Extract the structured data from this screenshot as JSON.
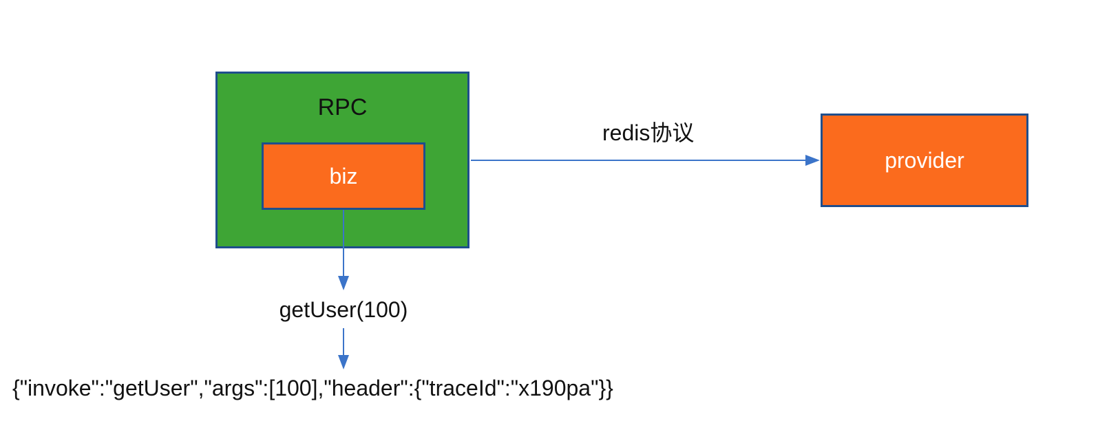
{
  "boxes": {
    "rpc": {
      "label": "RPC"
    },
    "biz": {
      "label": "biz"
    },
    "provider": {
      "label": "provider"
    }
  },
  "labels": {
    "redis_protocol": "redis协议",
    "method_call": "getUser(100)",
    "serialized_payload": "{\"invoke\":\"getUser\",\"args\":[100],\"header\":{\"traceId\":\"x190pa\"}}"
  },
  "icons": {
    "arrow_right": "right-arrowhead",
    "arrow_down": "down-arrowhead"
  },
  "colors": {
    "green_fill": "#3EA535",
    "orange_fill": "#FB6B1D",
    "box_border": "#1F4E8C",
    "arrow_blue": "#3B74C9",
    "label_text": "#111111",
    "box_text": "#FFFFFF",
    "background": "#FFFFFF"
  }
}
